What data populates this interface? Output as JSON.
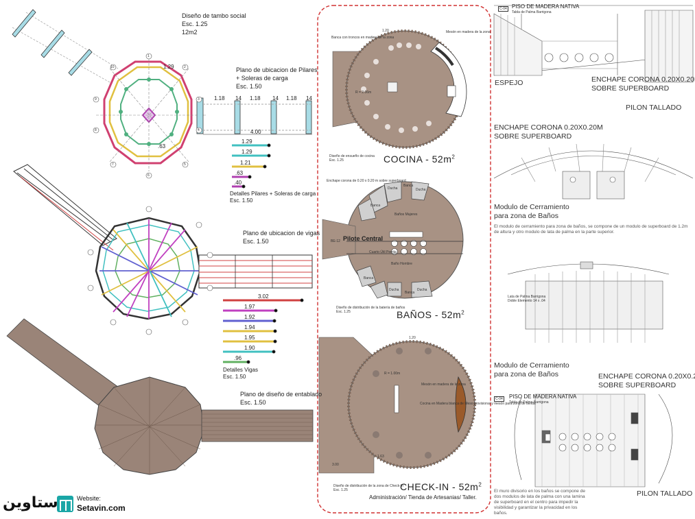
{
  "left": {
    "title1": {
      "l1": "Diseño de tambo social",
      "l2": "Esc. 1.25",
      "l3": "12m2"
    },
    "title2": {
      "l1": "Plano de ubicacion de Pilares",
      "l2": "+ Soleras de carga",
      "l3": "Esc. 1.50"
    },
    "title3": {
      "l1": "Plano de ubicacion de vigas",
      "l2": "Esc. 1.50"
    },
    "title4": {
      "l1": "Plano de diseño de entablado",
      "l2": "Esc. 1.50"
    },
    "dims_top": [
      "1.18",
      "14",
      "1.18",
      "14",
      "1.18",
      "14",
      "4.00",
      "1.29",
      ".63"
    ],
    "pilares_detail": {
      "values": [
        "1.29",
        "1.29",
        "1.21",
        ".63",
        ".40"
      ],
      "colors": [
        "#40c0c0",
        "#40c0c0",
        "#e0c040",
        "#b040b0",
        "#b040b0"
      ],
      "caption1": "Detalles Pilares + Soleras de carga",
      "caption2": "Esc. 1.50"
    },
    "vigas_detail": {
      "values": [
        "3.02",
        "1.97",
        "1.92",
        "1.94",
        "1.95",
        "1.90",
        ".96"
      ],
      "colors": [
        "#d04040",
        "#c040c0",
        "#6060d0",
        "#e0c040",
        "#e0c040",
        "#40c0c0",
        "#60b060"
      ],
      "caption1": "Detalles Vigas",
      "caption2": "Esc. 1.50"
    },
    "axis_labels": [
      "1",
      "2",
      "3",
      "4",
      "5",
      "6",
      "7",
      "8",
      "9",
      "10"
    ]
  },
  "middle": {
    "cocina": {
      "title": "COCINA - 52m",
      "sup": "2",
      "note_left": "Banca con troncos en madera de la zona",
      "note_right": "Mesón en madera de la zona",
      "note_bottom": "Diseño de ensueño de cocina",
      "scale": "Esc. 1.25",
      "radius": "R = 2.06m",
      "dim": "1.20"
    },
    "banos": {
      "title": "BAÑOS - 52m",
      "sup": "2",
      "pilote": "Pilote Central",
      "tag": "BE-12",
      "labels": [
        "Ducha",
        "Banca",
        "Ducha",
        "Banca",
        "Baños Mujeres",
        "Cuarto Útil Perrita",
        "Baño Hombre",
        "Banca",
        "Ducha",
        "Banca",
        "Ducha"
      ],
      "note_top": "Enchape corona de 0.20 x 0.20 m sobre superboard",
      "note_bottom": "Diseño de distribución de la batería de baños",
      "scale": "Esc. 1.25"
    },
    "checkin": {
      "title": "CHECK-IN - 52m",
      "sup": "2",
      "subtitle": "Administración/ Tienda de Artesanias/ Taller.",
      "radius": "R = 1.00m",
      "note": "Mesón en madera de la zona",
      "note2": "Cocina en Madera blanca de Meso provisional y mesón para zona de tienda",
      "note_bottom": "Diseño de distribución de la zona de Check-In",
      "scale": "Esc. 1.25",
      "dim1": "1.20",
      "dim2": "3.00",
      "dim3": "1.63"
    }
  },
  "right": {
    "panel1": {
      "tag": "C-04",
      "l1": "PISO DE MADERA NATIVA",
      "l2": "Tabla de Palma Barrigona",
      "espejo": "ESPEJO",
      "enchape1": "ENCHAPE CORONA 0.20X0.20M",
      "enchape2": "SOBRE SUPERBOARD",
      "pilon": "PILON TALLADO"
    },
    "panel2": {
      "enchape1": "ENCHAPE CORONA 0.20X0.20M",
      "enchape2": "SOBRE SUPERBOARD",
      "modulo1": "Modulo de Cerramiento",
      "modulo2": "para zona de Baños",
      "desc": "El modulo de cerramiento para zona de baños, se compone de un modulo de superboard de 1.2m de altura y otro modulo de lata de palma en la parte superior."
    },
    "panel3": {
      "lata1": "Lata de Palma Barrigona",
      "lata2": "Doble Elemento 14 x .04",
      "modulo1": "Modulo de Cerramiento",
      "modulo2": "para zona de Baños"
    },
    "panel4": {
      "enchape1": "ENCHAPE CORONA 0.20X0.20M",
      "enchape2": "SOBRE SUPERBOARD",
      "tag": "C-04",
      "l1": "PISO DE MADERA NATIVA",
      "l2": "Tabla de Palma Barrigona",
      "pilon": "PILON TALLADO",
      "desc": "El muro divisorio en los baños se compone de dos modulos de lata de palma con una lamina de superboard en el centro para impedir la visibilidad y garantizar la privacidad en los baños."
    }
  },
  "logo": {
    "arabic": "ستاوین",
    "website_label": "Website:",
    "website": "Setavin.com"
  },
  "colors": {
    "wood": "#a89284",
    "wood_dark": "#7d6658",
    "red": "#d03030",
    "cyan": "#40b8c8",
    "green": "#60b878",
    "yellow": "#e8d050",
    "magenta": "#c040c0",
    "blue": "#6070d8"
  }
}
